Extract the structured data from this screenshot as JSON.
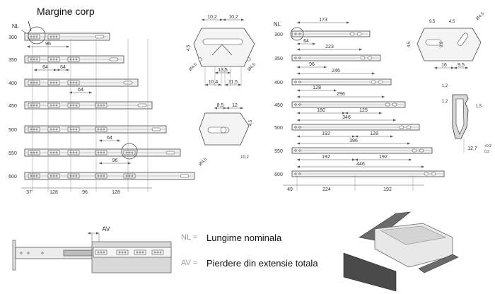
{
  "title": "Margine corp",
  "left_panel": {
    "nl_header": "NL",
    "rows": [
      "300",
      "350",
      "400",
      "450",
      "500",
      "550",
      "600"
    ],
    "dims": [
      "96",
      "64",
      "64",
      "64",
      "64",
      "96",
      "37",
      "128",
      "96",
      "128"
    ]
  },
  "mid_panel": {
    "top_dims": [
      "10,2",
      "10,2",
      "4,5",
      "Ø4,5",
      "Ø4,5",
      "13,5",
      "10,4",
      "11,5"
    ],
    "bottom_dims": [
      "8,5",
      "12",
      "4,5",
      "Ø4,5",
      "10,2"
    ]
  },
  "right_panel": {
    "nl_header": "NL",
    "rows": [
      "300",
      "350",
      "400",
      "450",
      "500",
      "550",
      "600"
    ],
    "dims": [
      "173",
      "64",
      "223",
      "96",
      "246",
      "128",
      "296",
      "160",
      "125",
      "346",
      "192",
      "128",
      "396",
      "192",
      "192",
      "446",
      "49",
      "224",
      "192"
    ],
    "hole_dims": [
      "9,5",
      "4,5",
      "Ø4,5",
      "4,5",
      "9,5",
      "16",
      "9,5"
    ],
    "profile_dims": [
      "1,2",
      "1,2",
      "1,5",
      "12,7"
    ],
    "tolerance_plus": "+0,2",
    "tolerance_minus": "0,2"
  },
  "legend": {
    "av_label": "AV",
    "nl_key": "NL =",
    "nl_text": "Lungime nominala",
    "av_key": "AV =",
    "av_text": "Pierdere din extensie totala"
  }
}
